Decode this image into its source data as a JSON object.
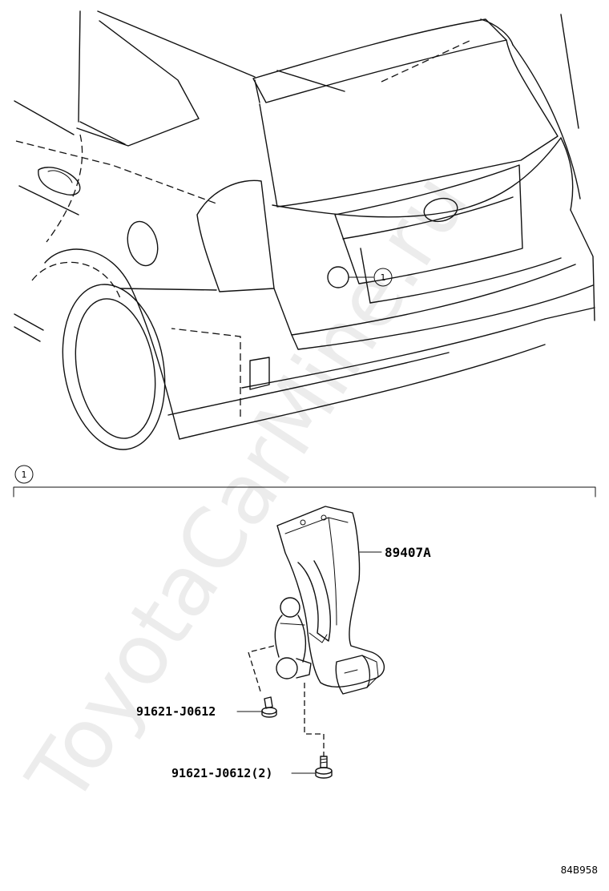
{
  "watermark": "ToyotaCarMine.ru",
  "callout_mark": "1",
  "detail_section_mark": "1",
  "parts": {
    "main_part": "89407A",
    "bolt_single": "91621-J0612",
    "bolt_double": "91621-J0612(2)"
  },
  "diagram_code": "84B958"
}
